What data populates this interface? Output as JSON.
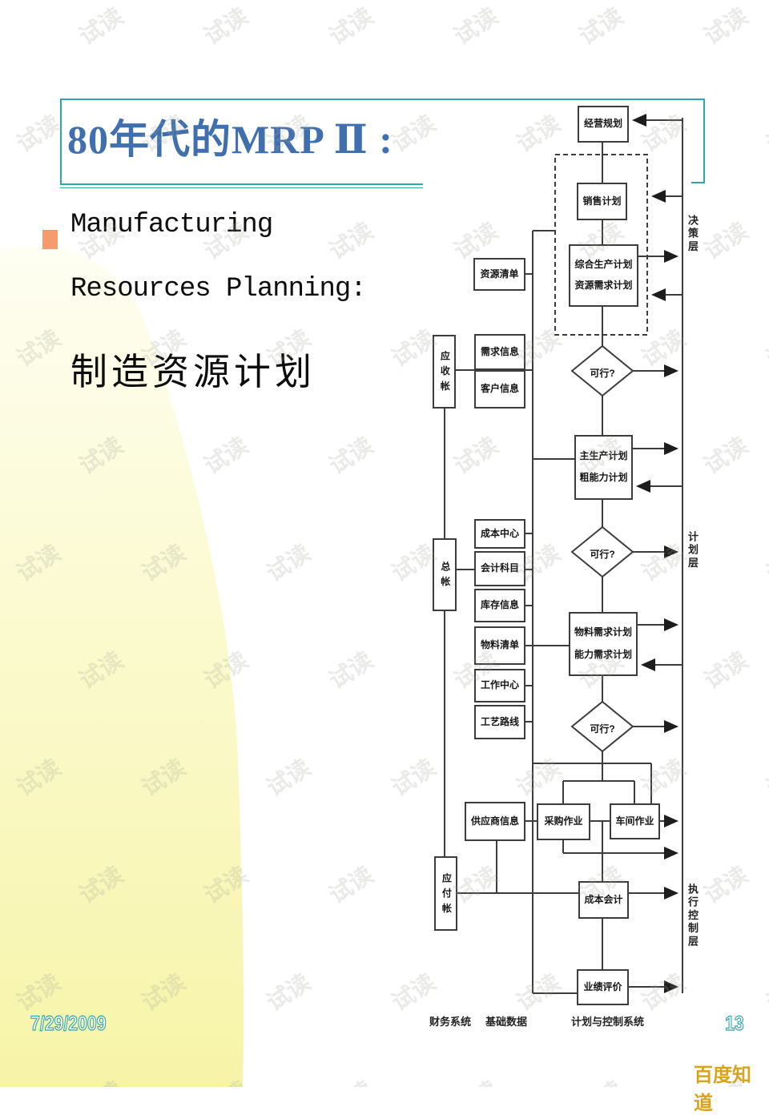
{
  "slide": {
    "title": "80年代的MRP Ⅱ :",
    "bullet": {
      "line1": "Manufacturing",
      "line2": "Resources Planning:",
      "line3": "制造资源计划"
    },
    "footer": {
      "date": "7/29/2009",
      "page_number": "13"
    },
    "watermark_text": "试读",
    "brand_watermark": "百度知道",
    "colors": {
      "accent_teal": "#2EA8A4",
      "title_blue": "#3F6FAE",
      "bullet_orange": "#F59B6E",
      "background_yellow": "#F8F5AE",
      "brand_gold": "#D8A41E"
    }
  },
  "flowchart": {
    "nodes": {
      "business_planning": "经营规划",
      "sales_plan": "销售计划",
      "aggregate_production_plan": "综合生产计划",
      "resource_requirements_plan": "资源需求计划",
      "feasible": "可行?",
      "master_production_schedule": "主生产计划",
      "rough_cut_capacity_plan": "粗能力计划",
      "material_requirements_plan": "物料需求计划",
      "capacity_requirements_plan": "能力需求计划",
      "purchasing_operation": "采购作业",
      "shop_floor_operation": "车间作业",
      "cost_accounting": "成本会计",
      "performance_evaluation": "业绩评价"
    },
    "data_sources": {
      "resource_list": "资源清单",
      "demand_info": "需求信息",
      "customer_info": "客户信息",
      "cost_center": "成本中心",
      "account_subjects": "会计科目",
      "inventory_info": "库存信息",
      "bill_of_materials": "物料清单",
      "work_center": "工作中心",
      "process_routing": "工艺路线",
      "supplier_info": "供应商信息"
    },
    "ledgers": {
      "accounts_receivable": "应收帐",
      "general_ledger": "总帐",
      "accounts_payable": "应付帐"
    },
    "layers": {
      "decision_layer": "决策层",
      "planning_layer": "计划层",
      "execution_control_layer": "执行控制层"
    },
    "legend": {
      "financial_system": "财务系统",
      "base_data": "基础数据",
      "planning_control_system": "计划与控制系统"
    }
  }
}
